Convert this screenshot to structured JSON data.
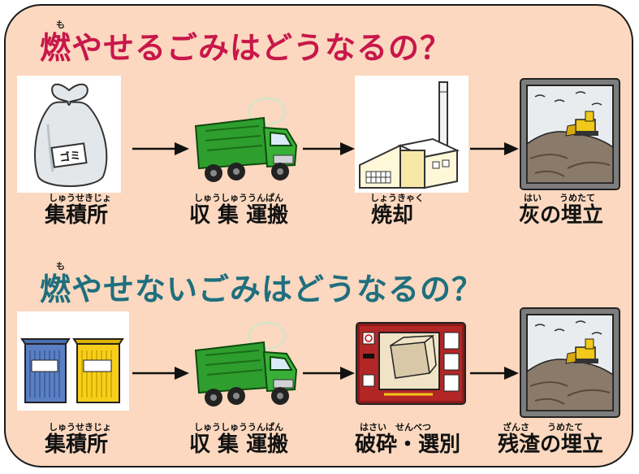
{
  "burnable": {
    "title": "燃やせるごみはどうなるの？",
    "title_ruby": "も",
    "steps": [
      {
        "label": "集積所",
        "ruby": "しゅうせきじょ"
      },
      {
        "label": "収 集 運搬",
        "ruby": "しゅうしゅううんぱん"
      },
      {
        "label": "焼却",
        "ruby": "しょうきゃく"
      },
      {
        "label": "灰の埋立",
        "ruby": "はい　　うめたて"
      }
    ]
  },
  "nonburnable": {
    "title": "燃やせないごみはどうなるの？",
    "title_ruby": "も",
    "steps": [
      {
        "label": "集積所",
        "ruby": "しゅうせきじょ"
      },
      {
        "label": "収 集 運搬",
        "ruby": "しゅうしゅううんぱん"
      },
      {
        "label": "破砕・選別",
        "ruby": "はさい　せんべつ"
      },
      {
        "label": "残渣の埋立",
        "ruby": "ざんさ　　うめたて"
      }
    ]
  },
  "garbage_bag_text": "ゴミ",
  "colors": {
    "panel_bg": "#fbd8bf",
    "burnable_title": "#c8174a",
    "nonburnable_title": "#1f6f7e",
    "truck": "#2e9e2e"
  }
}
